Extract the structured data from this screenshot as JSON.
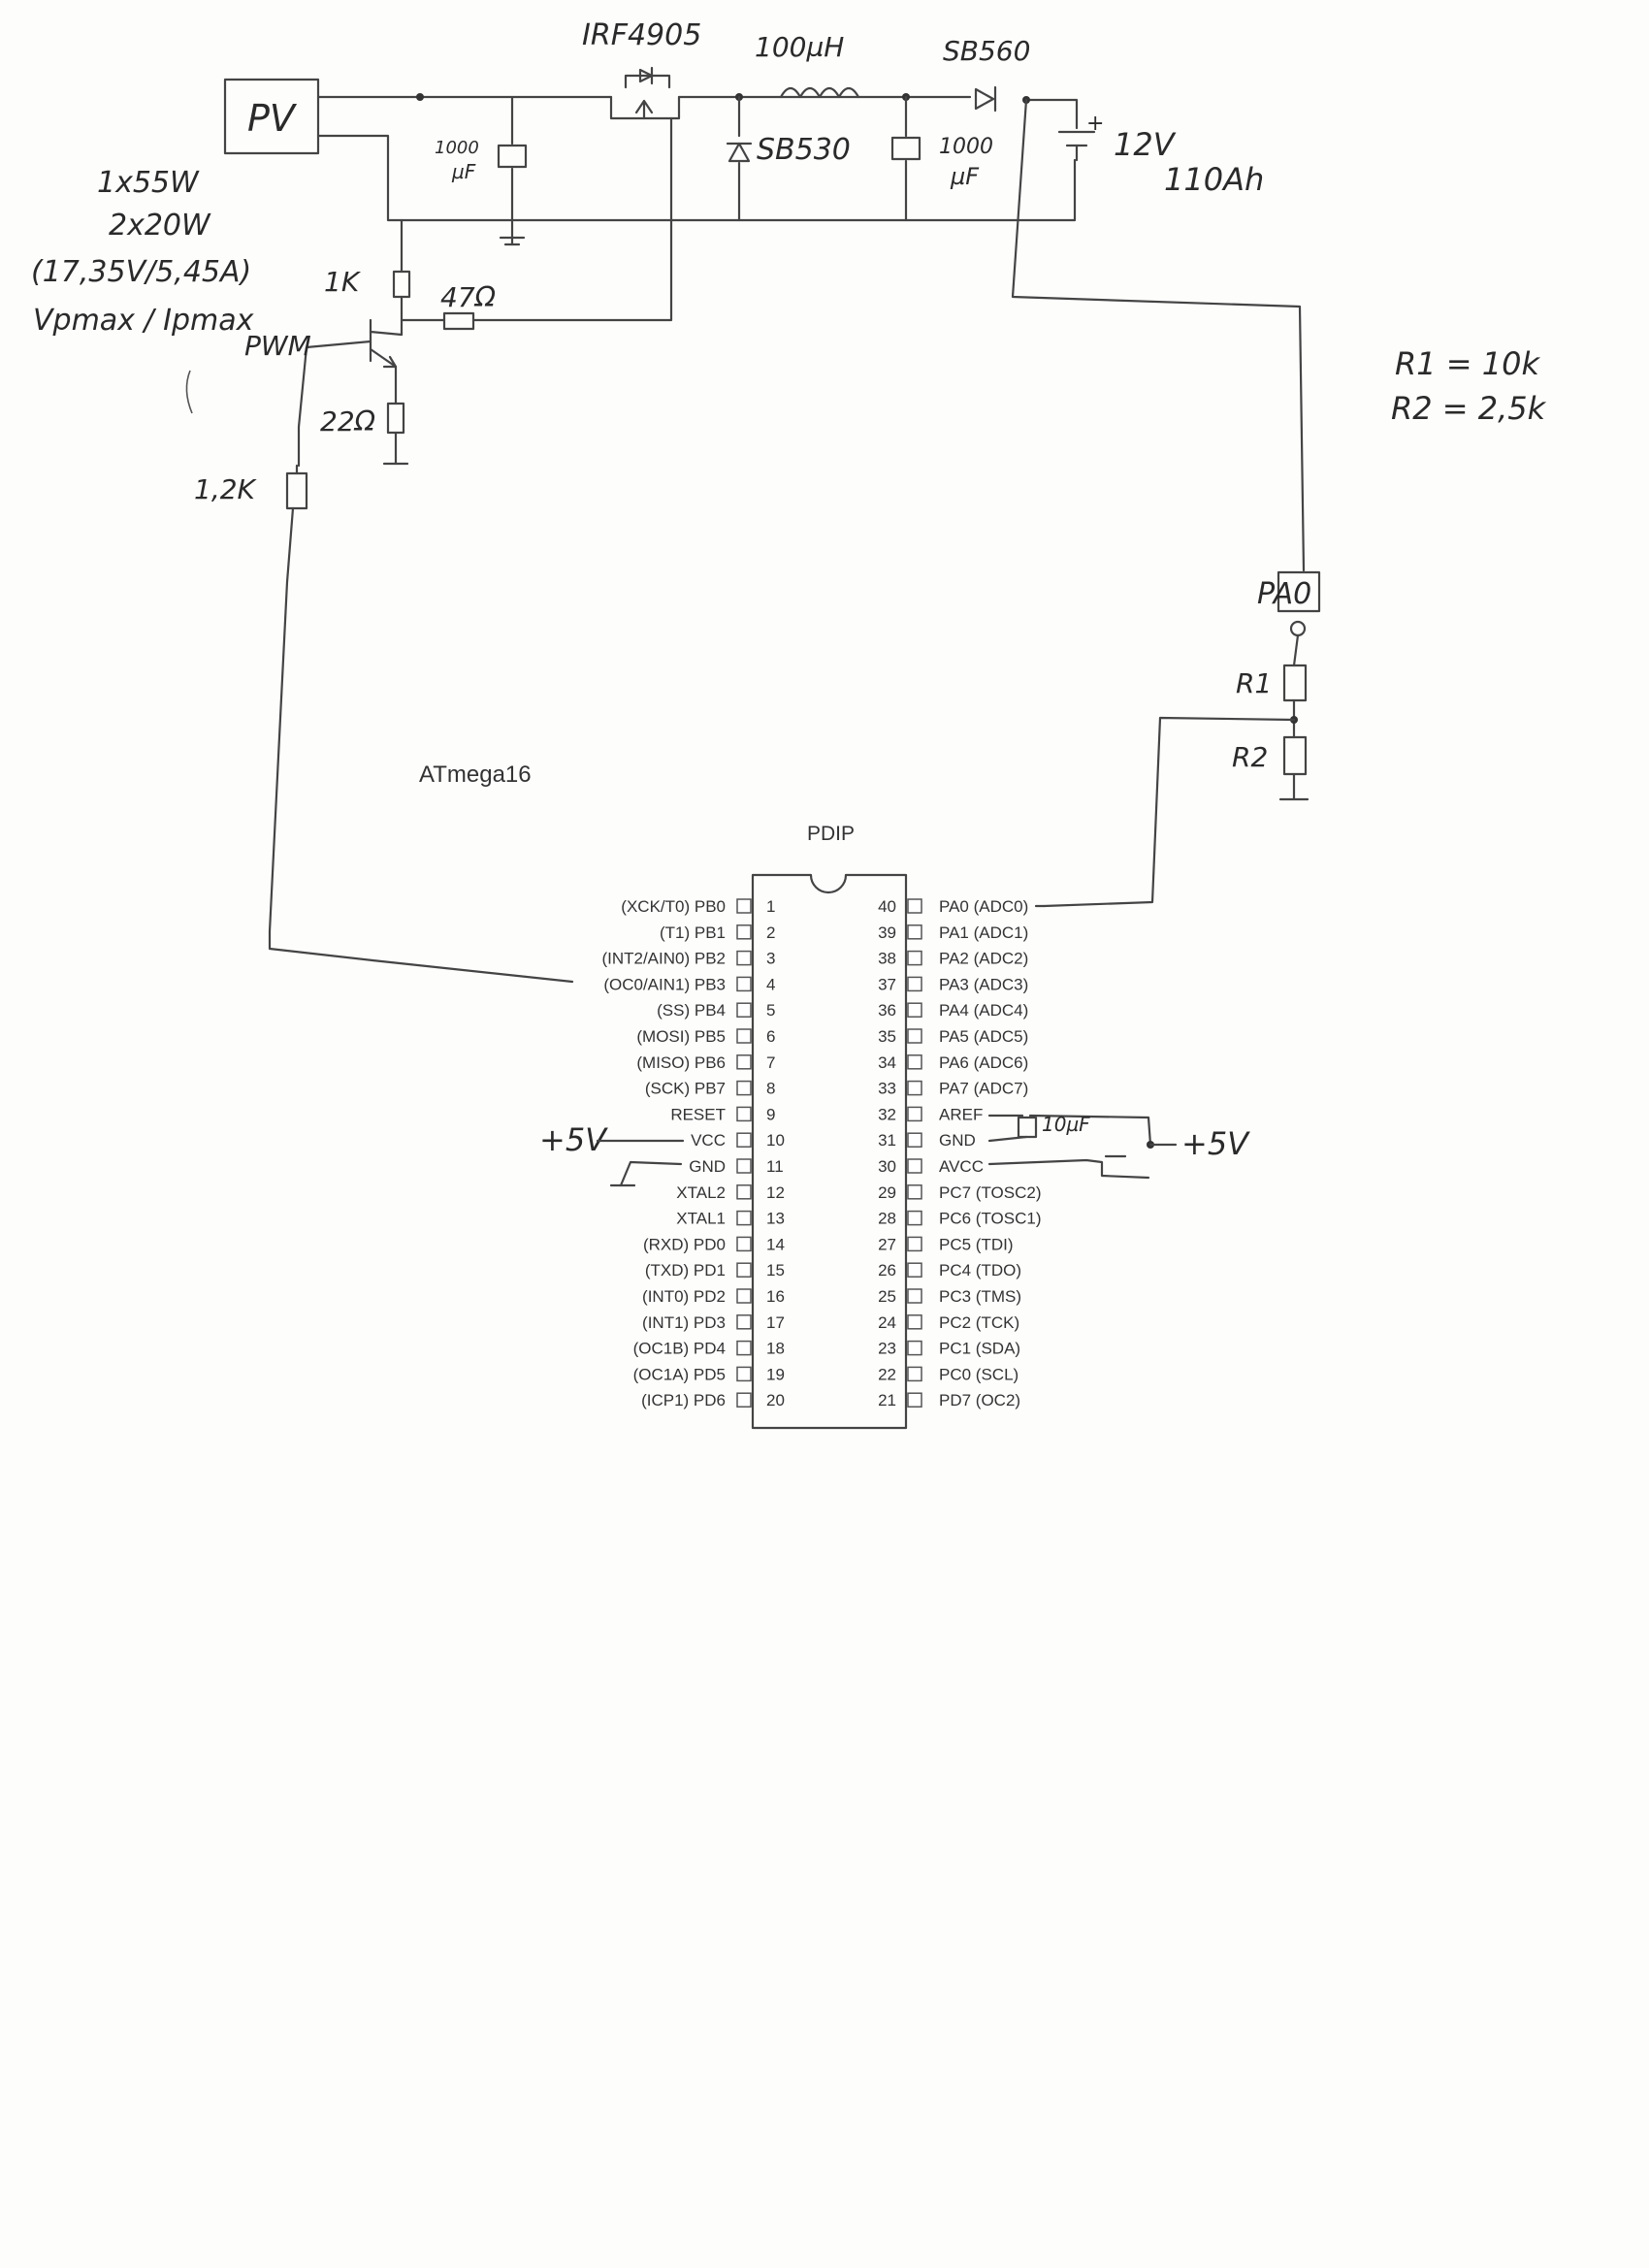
{
  "schematic": {
    "power": {
      "pv_label": "PV",
      "panel_spec_1": "1x55W",
      "panel_spec_2": "2x20W",
      "panel_spec_3": "(17,35V/5,45A)",
      "panel_spec_4": "Vpmax / Ipmax",
      "mosfet": "IRF4905",
      "inductor": "100µH",
      "diode_out": "SB560",
      "diode_free": "SB530",
      "cap_in_1": "1000",
      "cap_in_2": "µF",
      "cap_out_1": "1000",
      "cap_out_2": "µF",
      "battery_1": "12V",
      "battery_2": "110Ah",
      "battery_plus": "+"
    },
    "driver": {
      "r_collector": "1K",
      "r_gate": "47Ω",
      "pwm": "PWM",
      "r_emitter": "22Ω",
      "r_base": "1,2K"
    },
    "divider": {
      "r1_value": "R1 = 10k",
      "r2_value": "R2 = 2,5k",
      "pa0": "PA0",
      "r1": "R1",
      "r2": "R2"
    },
    "supply": {
      "plus5_left": "+5V",
      "plus5_right": "+5V",
      "cap_aref": "10µF"
    }
  },
  "chip": {
    "name": "ATmega16",
    "package": "PDIP",
    "left_pins": [
      {
        "num": "1",
        "name": "(XCK/T0)  PB0"
      },
      {
        "num": "2",
        "name": "(T1)  PB1"
      },
      {
        "num": "3",
        "name": "(INT2/AIN0)  PB2"
      },
      {
        "num": "4",
        "name": "(OC0/AIN1)  PB3"
      },
      {
        "num": "5",
        "name": "(SS)  PB4"
      },
      {
        "num": "6",
        "name": "(MOSI)  PB5"
      },
      {
        "num": "7",
        "name": "(MISO)  PB6"
      },
      {
        "num": "8",
        "name": "(SCK)  PB7"
      },
      {
        "num": "9",
        "name": "RESET"
      },
      {
        "num": "10",
        "name": "VCC"
      },
      {
        "num": "11",
        "name": "GND"
      },
      {
        "num": "12",
        "name": "XTAL2"
      },
      {
        "num": "13",
        "name": "XTAL1"
      },
      {
        "num": "14",
        "name": "(RXD)  PD0"
      },
      {
        "num": "15",
        "name": "(TXD)  PD1"
      },
      {
        "num": "16",
        "name": "(INT0)  PD2"
      },
      {
        "num": "17",
        "name": "(INT1)  PD3"
      },
      {
        "num": "18",
        "name": "(OC1B)  PD4"
      },
      {
        "num": "19",
        "name": "(OC1A)  PD5"
      },
      {
        "num": "20",
        "name": "(ICP1)  PD6"
      }
    ],
    "right_pins": [
      {
        "num": "40",
        "name": "PA0  (ADC0)"
      },
      {
        "num": "39",
        "name": "PA1  (ADC1)"
      },
      {
        "num": "38",
        "name": "PA2  (ADC2)"
      },
      {
        "num": "37",
        "name": "PA3  (ADC3)"
      },
      {
        "num": "36",
        "name": "PA4  (ADC4)"
      },
      {
        "num": "35",
        "name": "PA5  (ADC5)"
      },
      {
        "num": "34",
        "name": "PA6  (ADC6)"
      },
      {
        "num": "33",
        "name": "PA7  (ADC7)"
      },
      {
        "num": "32",
        "name": "AREF"
      },
      {
        "num": "31",
        "name": "GND"
      },
      {
        "num": "30",
        "name": "AVCC"
      },
      {
        "num": "29",
        "name": "PC7  (TOSC2)"
      },
      {
        "num": "28",
        "name": "PC6  (TOSC1)"
      },
      {
        "num": "27",
        "name": "PC5  (TDI)"
      },
      {
        "num": "26",
        "name": "PC4  (TDO)"
      },
      {
        "num": "25",
        "name": "PC3  (TMS)"
      },
      {
        "num": "24",
        "name": "PC2  (TCK)"
      },
      {
        "num": "23",
        "name": "PC1  (SDA)"
      },
      {
        "num": "22",
        "name": "PC0  (SCL)"
      },
      {
        "num": "21",
        "name": "PD7  (OC2)"
      }
    ]
  }
}
